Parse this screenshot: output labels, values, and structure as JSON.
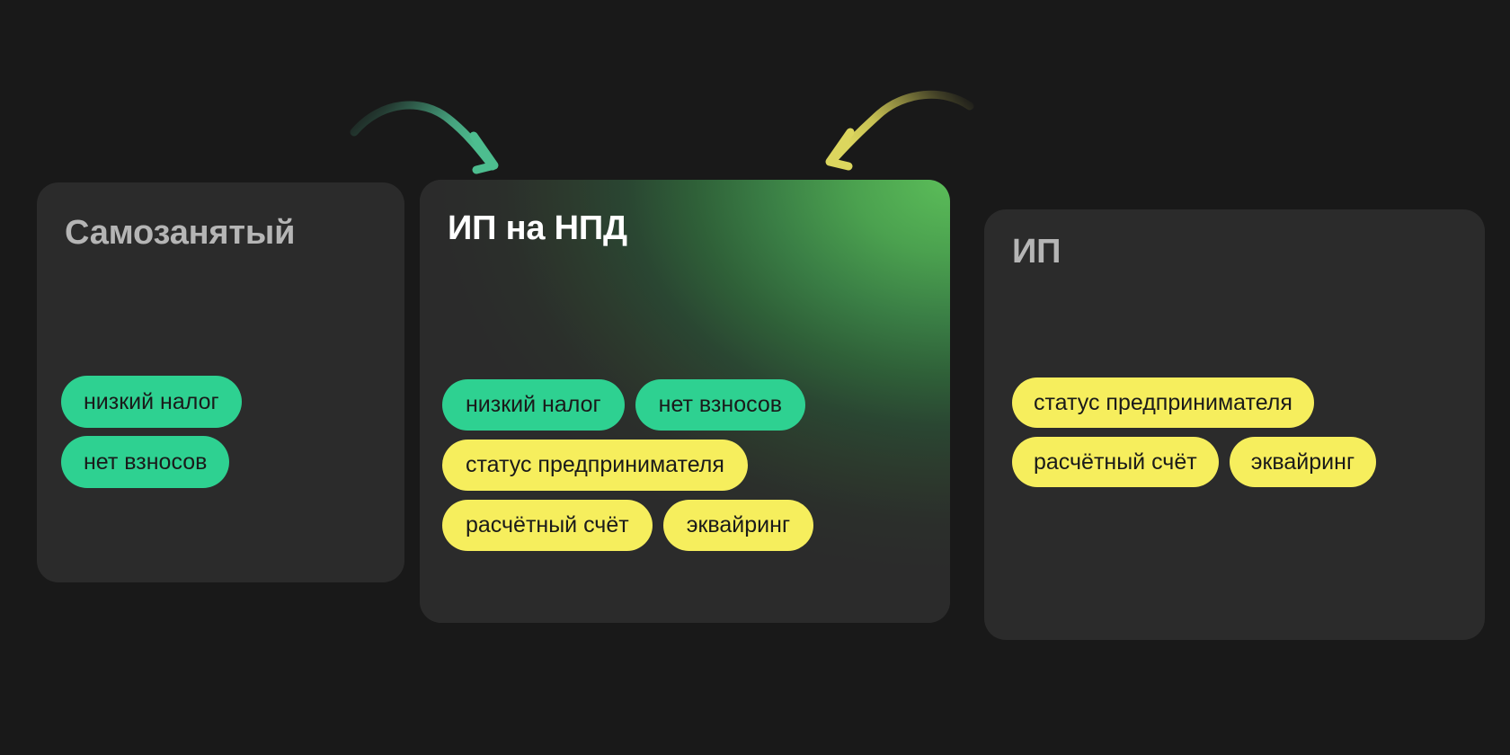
{
  "page": {
    "background_color": "#191919"
  },
  "colors": {
    "card_background": "#2b2b2b",
    "accent_green": "#2ed191",
    "accent_yellow": "#f6ee5d",
    "title_muted": "#b5b5b5",
    "title_highlight": "#ffffff",
    "arrow_green": "#4cb58c",
    "arrow_yellow": "#d9d259"
  },
  "cards": [
    {
      "id": "samozanyatyy",
      "title": "Самозанятый",
      "highlighted": false,
      "tags": [
        {
          "label": "низкий налог",
          "color": "green"
        },
        {
          "label": "нет взносов",
          "color": "green"
        }
      ]
    },
    {
      "id": "ip-na-npd",
      "title": "ИП на НПД",
      "highlighted": true,
      "tags": [
        {
          "label": "низкий налог",
          "color": "green"
        },
        {
          "label": "нет взносов",
          "color": "green"
        },
        {
          "label": "статус предпринимателя",
          "color": "yellow"
        },
        {
          "label": "расчётный счёт",
          "color": "yellow"
        },
        {
          "label": "эквайринг",
          "color": "yellow"
        }
      ]
    },
    {
      "id": "ip",
      "title": "ИП",
      "highlighted": false,
      "tags": [
        {
          "label": "статус предпринимателя",
          "color": "yellow"
        },
        {
          "label": "расчётный счёт",
          "color": "yellow"
        },
        {
          "label": "эквайринг",
          "color": "yellow"
        }
      ]
    }
  ],
  "arrows": [
    {
      "id": "left-arrow",
      "color": "green",
      "direction": "points-to-center-card-from-left"
    },
    {
      "id": "right-arrow",
      "color": "yellow",
      "direction": "points-to-center-card-from-right"
    }
  ]
}
